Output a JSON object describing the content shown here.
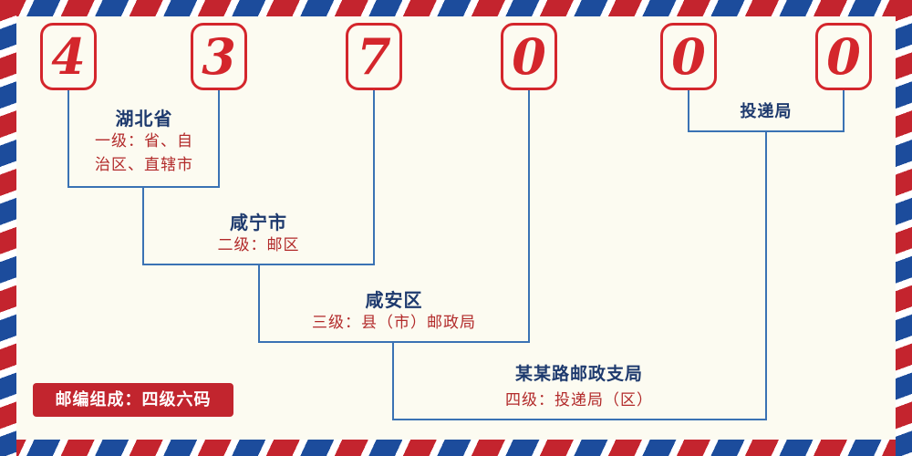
{
  "postal_code": {
    "digits": [
      "4",
      "3",
      "7",
      "0",
      "0",
      "0"
    ]
  },
  "annotations": {
    "level1": {
      "name": "湖北省",
      "desc_line1": "一级：省、自",
      "desc_line2": "治区、直辖市"
    },
    "level2": {
      "name": "咸宁市",
      "desc": "二级：邮区"
    },
    "level3": {
      "name": "咸安区",
      "desc": "三级：县（市）邮政局"
    },
    "level4": {
      "name": "某某路邮政支局",
      "desc": "四级：投递局（区）"
    },
    "delivery": {
      "name": "投递局"
    }
  },
  "footer": {
    "composition": "邮编组成：四级六码"
  },
  "colors": {
    "digit_red": "#d4262c",
    "name_navy": "#1e3a6e",
    "desc_red": "#b22a2a",
    "line_blue": "#3a72b4",
    "stripe_red": "#c4242e",
    "stripe_blue": "#1c4c9c",
    "footer_bg": "#c2252e",
    "background": "#fcfbf1"
  }
}
